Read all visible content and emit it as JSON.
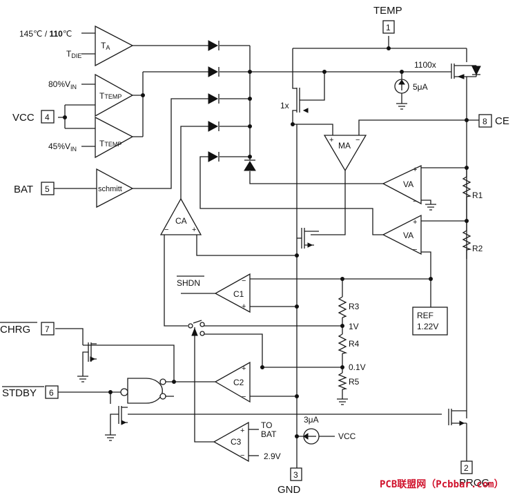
{
  "pins": {
    "temp": {
      "label": "TEMP",
      "num": "1"
    },
    "prog": {
      "label": "PROG",
      "num": "2"
    },
    "gnd": {
      "label": "GND",
      "num": "3"
    },
    "vcc": {
      "label": "VCC",
      "num": "4"
    },
    "bat": {
      "label": "BAT",
      "num": "5"
    },
    "stdby": {
      "label": "STDBY",
      "num": "6"
    },
    "chrg": {
      "label": "CHRG",
      "num": "7"
    },
    "ce": {
      "label": "CE",
      "num": "8"
    }
  },
  "thermal": {
    "in_a": "145℃ / ",
    "in_b": "110",
    "in_c": "℃",
    "tdie_main": "T",
    "tdie_sub": "DIE",
    "amp_main": "T",
    "amp_sub": "A"
  },
  "temp_comp": {
    "hi_main": "80%V",
    "hi_sub": "IN",
    "lo_main": "45%V",
    "lo_sub": "IN",
    "amp_main": "T",
    "amp_sub": "TEMP"
  },
  "blocks": {
    "schmitt": "schmitt",
    "ma": "MA",
    "va1": "VA",
    "va2": "VA",
    "ca": "CA",
    "c1": "C1",
    "c2": "C2",
    "c3": "C3"
  },
  "devices": {
    "mirror_big": "1100x",
    "mirror_small": "1x",
    "isrc_5": "5μA",
    "isrc_3": "3μA",
    "isrc_vcc": "VCC",
    "r1": "R1",
    "r2": "R2",
    "r3": "R3",
    "r4": "R4",
    "r5": "R5",
    "ref_line1": "REF",
    "ref_line2": "1.22V"
  },
  "nodes": {
    "v1": "1V",
    "v01": "0.1V",
    "v29": "2.9V",
    "shdn": "SHDN",
    "to": "TO",
    "bat": "BAT"
  },
  "watermark": "PCB联盟网（Pcbbar.com）",
  "colors": {
    "line": "#1a1a1a",
    "watermark": "#d0122c"
  }
}
